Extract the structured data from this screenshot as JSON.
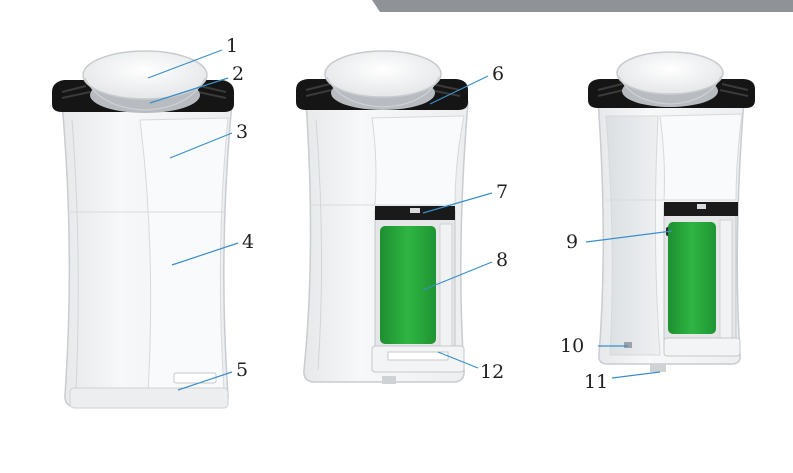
{
  "colors": {
    "top_bar": "#8f9296",
    "body_white": "#f3f4f5",
    "body_shade": "#e2e4e6",
    "cap_black": "#151515",
    "bowl": "#ffffff",
    "filter_green": "#27a83a",
    "leader_line": "#3a8fc9"
  },
  "callouts": {
    "c1": "1",
    "c2": "2",
    "c3": "3",
    "c4": "4",
    "c5": "5",
    "c6": "6",
    "c7": "7",
    "c8": "8",
    "c9": "9",
    "c10": "10",
    "c11": "11",
    "c12": "12"
  }
}
